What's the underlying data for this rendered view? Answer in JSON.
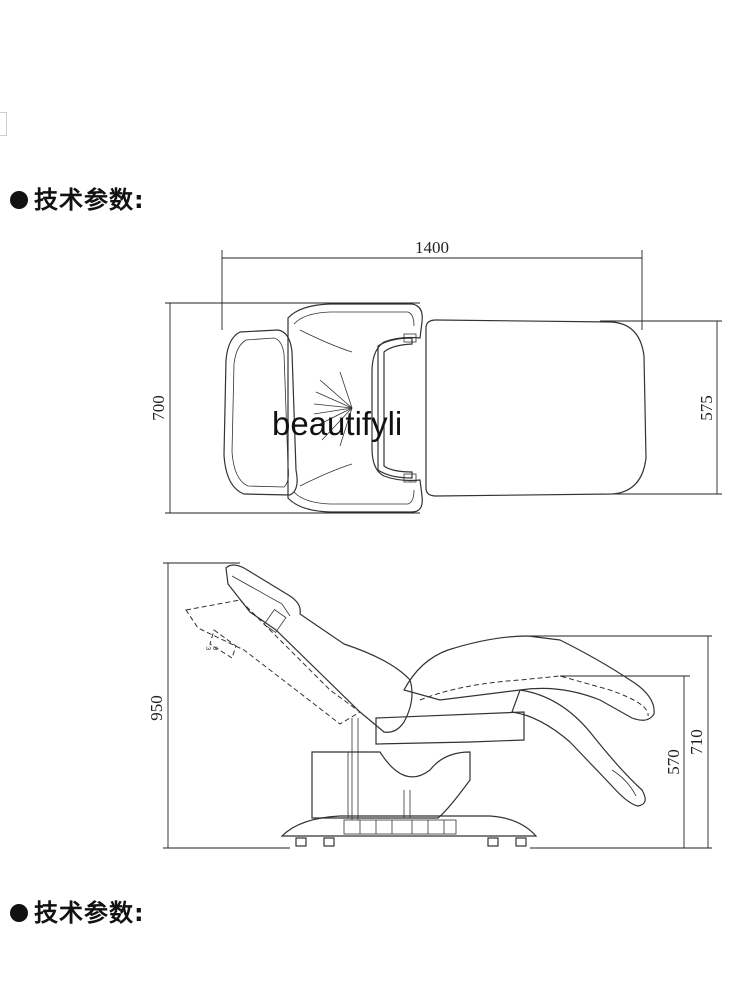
{
  "headings": {
    "top": "技术参数:",
    "bottom": "技术参数:"
  },
  "watermark": "beautifyli",
  "top_view": {
    "dim_length": "1400",
    "dim_width": "700",
    "dim_seat_width": "575"
  },
  "side_view": {
    "dim_height": "950",
    "dim_seat_height_low": "570",
    "dim_seat_height_high": "710"
  }
}
